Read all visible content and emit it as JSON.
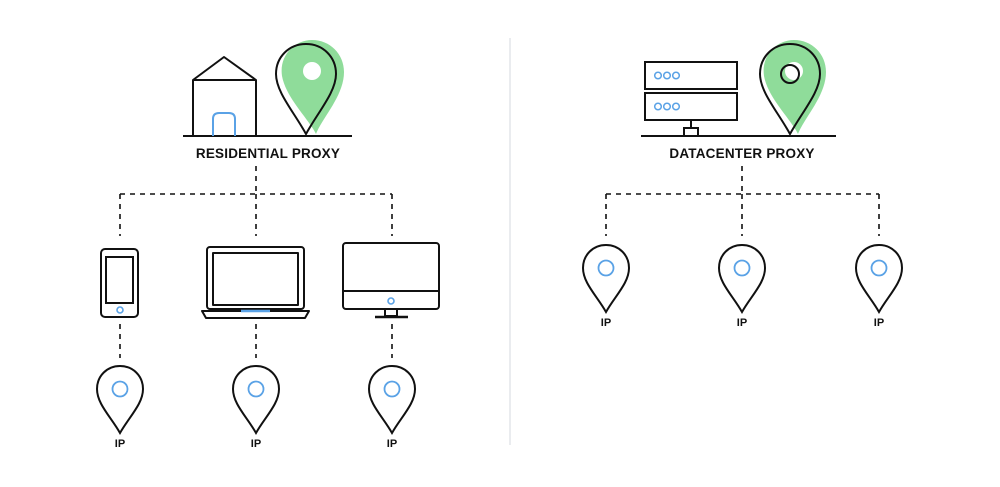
{
  "residential": {
    "title": "RESIDENTIAL PROXY",
    "devices": [
      {
        "kind": "phone",
        "label": "IP"
      },
      {
        "kind": "laptop",
        "label": "IP"
      },
      {
        "kind": "monitor",
        "label": "IP"
      }
    ],
    "icons": [
      "house-icon",
      "location-pin-icon"
    ]
  },
  "datacenter": {
    "title": "DATACENTER PROXY",
    "endpoints": [
      {
        "label": "IP"
      },
      {
        "label": "IP"
      },
      {
        "label": "IP"
      }
    ],
    "icons": [
      "server-rack-icon",
      "location-pin-icon"
    ]
  },
  "colors": {
    "stroke": "#111111",
    "accent_green": "#8fdc9a",
    "accent_blue": "#5aa2e6",
    "divider": "#e3e6ea"
  }
}
